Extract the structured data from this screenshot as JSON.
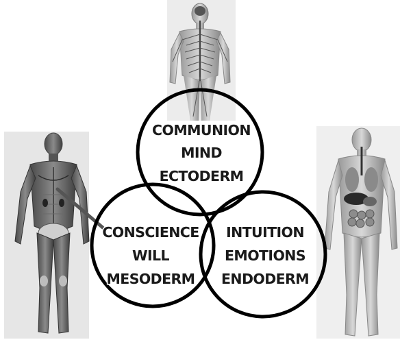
{
  "diagram": {
    "circles": [
      {
        "id": "top",
        "lines": [
          "COMMUNION",
          "MIND",
          "ECTODERM"
        ]
      },
      {
        "id": "left",
        "lines": [
          "CONSCIENCE",
          "WILL",
          "MESODERM"
        ]
      },
      {
        "id": "right",
        "lines": [
          "INTUITION",
          "EMOTIONS",
          "ENDODERM"
        ]
      }
    ],
    "figures": [
      {
        "id": "nervous-system",
        "icon": "nervous-system-figure"
      },
      {
        "id": "muscular-system",
        "icon": "muscular-system-figure"
      },
      {
        "id": "digestive-system",
        "icon": "digestive-system-figure"
      }
    ]
  }
}
